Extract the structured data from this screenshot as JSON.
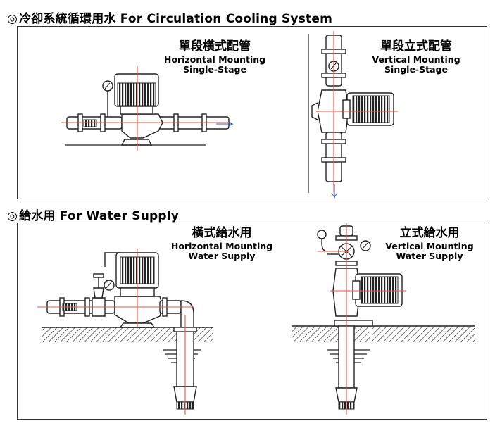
{
  "sections": {
    "cooling": {
      "mark": "◎",
      "title": "冷卻系統循環用水 For Circulation Cooling System",
      "horizontal": {
        "zh": "單段橫式配管",
        "en_line1": "Horizontal Mounting",
        "en_line2": "Single-Stage"
      },
      "vertical": {
        "zh": "單段立式配管",
        "en_line1": "Vertical Mounting",
        "en_line2": "Single-Stage"
      }
    },
    "supply": {
      "mark": "◎",
      "title": "給水用 For Water Supply",
      "horizontal": {
        "zh": "橫式給水用",
        "en_line1": "Horizontal Mounting",
        "en_line2": "Water Supply"
      },
      "vertical": {
        "zh": "立式給水用",
        "en_line1": "Vertical  Mounting",
        "en_line2": "Water Supply"
      }
    }
  },
  "colors": {
    "centerline": "#e8543a",
    "outline": "#222222",
    "flow_arrow": "#3a5fb0"
  },
  "icons": [
    "pressure-gauge-icon",
    "gate-valve-icon",
    "foot-valve-icon",
    "flow-arrow-icon"
  ]
}
